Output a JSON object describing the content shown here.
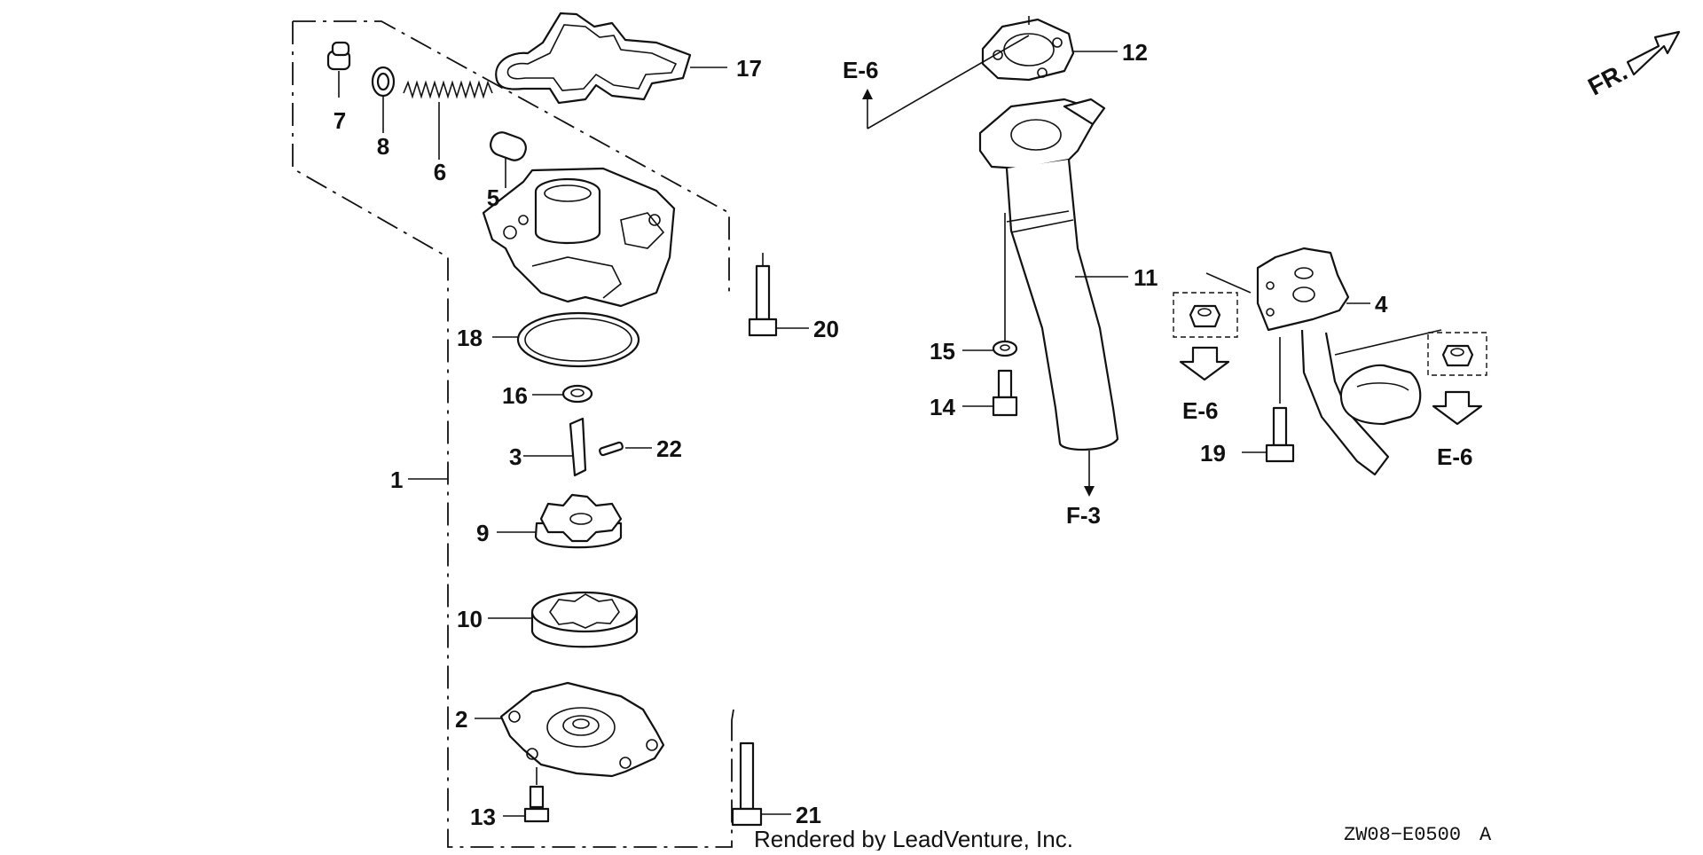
{
  "diagram": {
    "callouts": {
      "c1": "1",
      "c2": "2",
      "c3": "3",
      "c4": "4",
      "c5": "5",
      "c6": "6",
      "c7": "7",
      "c8": "8",
      "c9": "9",
      "c10": "10",
      "c11": "11",
      "c12": "12",
      "c13": "13",
      "c14": "14",
      "c15": "15",
      "c16": "16",
      "c17": "17",
      "c18": "18",
      "c19": "19",
      "c20": "20",
      "c21": "21",
      "c22": "22"
    },
    "references": {
      "e6_top": "E-6",
      "e6_left": "E-6",
      "e6_right": "E-6",
      "f3": "F-3"
    },
    "direction_label": "FR.",
    "credit": "Rendered by LeadVenture, Inc.",
    "drawing_code": "ZW08−E0500",
    "drawing_rev": "A"
  }
}
